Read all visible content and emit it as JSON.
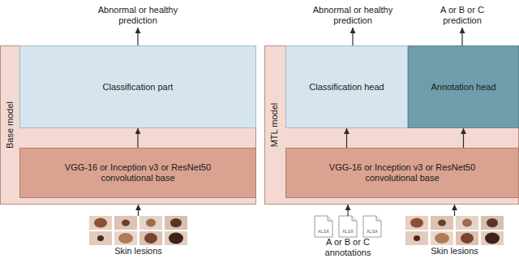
{
  "diagram": {
    "nodes": [
      {
        "text": [
          "Abnormal or healthy prediction"
        ]
      },
      {
        "text": [
          "Abnormal or healthy prediction"
        ]
      },
      {
        "text": [
          "A or B or C prediction"
        ]
      },
      {
        "text": [
          "Base model"
        ]
      },
      {
        "text": [
          "Classification part"
        ],
        "in": 3
      },
      {
        "text": [
          "VGG-16 or Inception v3 or ResNet50 convolutional base"
        ],
        "in": 3
      },
      {
        "text": [
          "MTL model"
        ]
      },
      {
        "text": [
          "Classification head"
        ],
        "in": 6
      },
      {
        "text": [
          "Annotation head"
        ],
        "in": 6
      },
      {
        "text": [
          "VGG-16 or Inception v3 or ResNet50 convolutional base"
        ],
        "in": 6
      },
      {
        "text": [
          "Skin lesions"
        ]
      },
      {
        "text": [
          "A or B or C annotations"
        ]
      },
      {
        "text": [
          "Skin lesions"
        ]
      }
    ],
    "edges": [
      {
        "from": 5,
        "to": 4,
        "arrow": "to"
      },
      {
        "from": 4,
        "to": 0,
        "arrow": "to"
      },
      {
        "from": 9,
        "to": 7,
        "arrow": "to"
      },
      {
        "from": 9,
        "to": 8,
        "arrow": "to"
      },
      {
        "from": 7,
        "to": 1,
        "arrow": "to"
      },
      {
        "from": 8,
        "to": 2,
        "arrow": "to"
      },
      {
        "from": 10,
        "to": 3,
        "arrow": "to"
      },
      {
        "from": 11,
        "to": 6,
        "arrow": "to"
      },
      {
        "from": 12,
        "to": 6,
        "arrow": "to"
      }
    ],
    "labels": [
      "XLSX",
      "XLSX",
      "XLSX"
    ]
  }
}
